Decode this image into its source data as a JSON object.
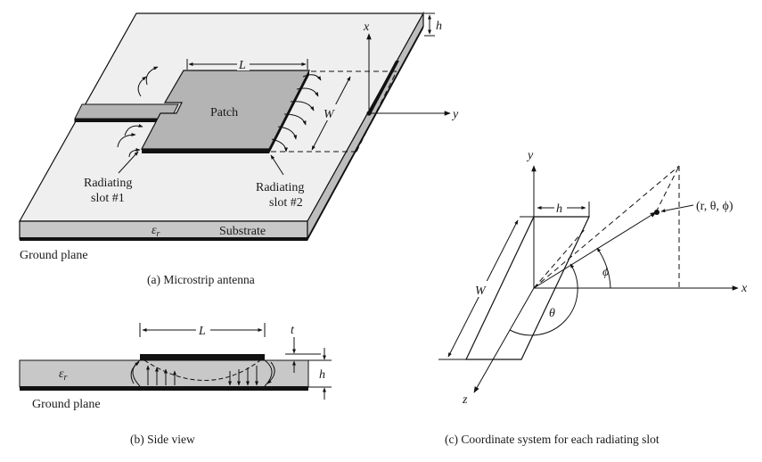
{
  "panel_a": {
    "caption": "(a) Microstrip antenna",
    "patch_label": "Patch",
    "length_label": "L",
    "width_label": "W",
    "thickness_label": "h",
    "axis_x": "x",
    "axis_y": "y",
    "slot1_line1": "Radiating",
    "slot1_line2": "slot #1",
    "slot2_line1": "Radiating",
    "slot2_line2": "slot #2",
    "epsilon": "ε",
    "epsilon_sub": "r",
    "substrate_label": "Substrate",
    "ground_label": "Ground plane"
  },
  "panel_b": {
    "caption": "(b) Side view",
    "length_label": "L",
    "t_label": "t",
    "h_label": "h",
    "epsilon": "ε",
    "epsilon_sub": "r",
    "ground_label": "Ground plane"
  },
  "panel_c": {
    "caption": "(c) Coordinate system for each radiating slot",
    "axis_x": "x",
    "axis_y": "y",
    "axis_z": "z",
    "h_label": "h",
    "w_label": "W",
    "theta_label": "θ",
    "phi_label": "ϕ",
    "point_label": "(r, θ, ϕ)"
  },
  "colors": {
    "substrate": "#c8c8c8",
    "patch": "#b4b4b4",
    "metal": "#1a1a1a",
    "board_top": "#ededed"
  }
}
